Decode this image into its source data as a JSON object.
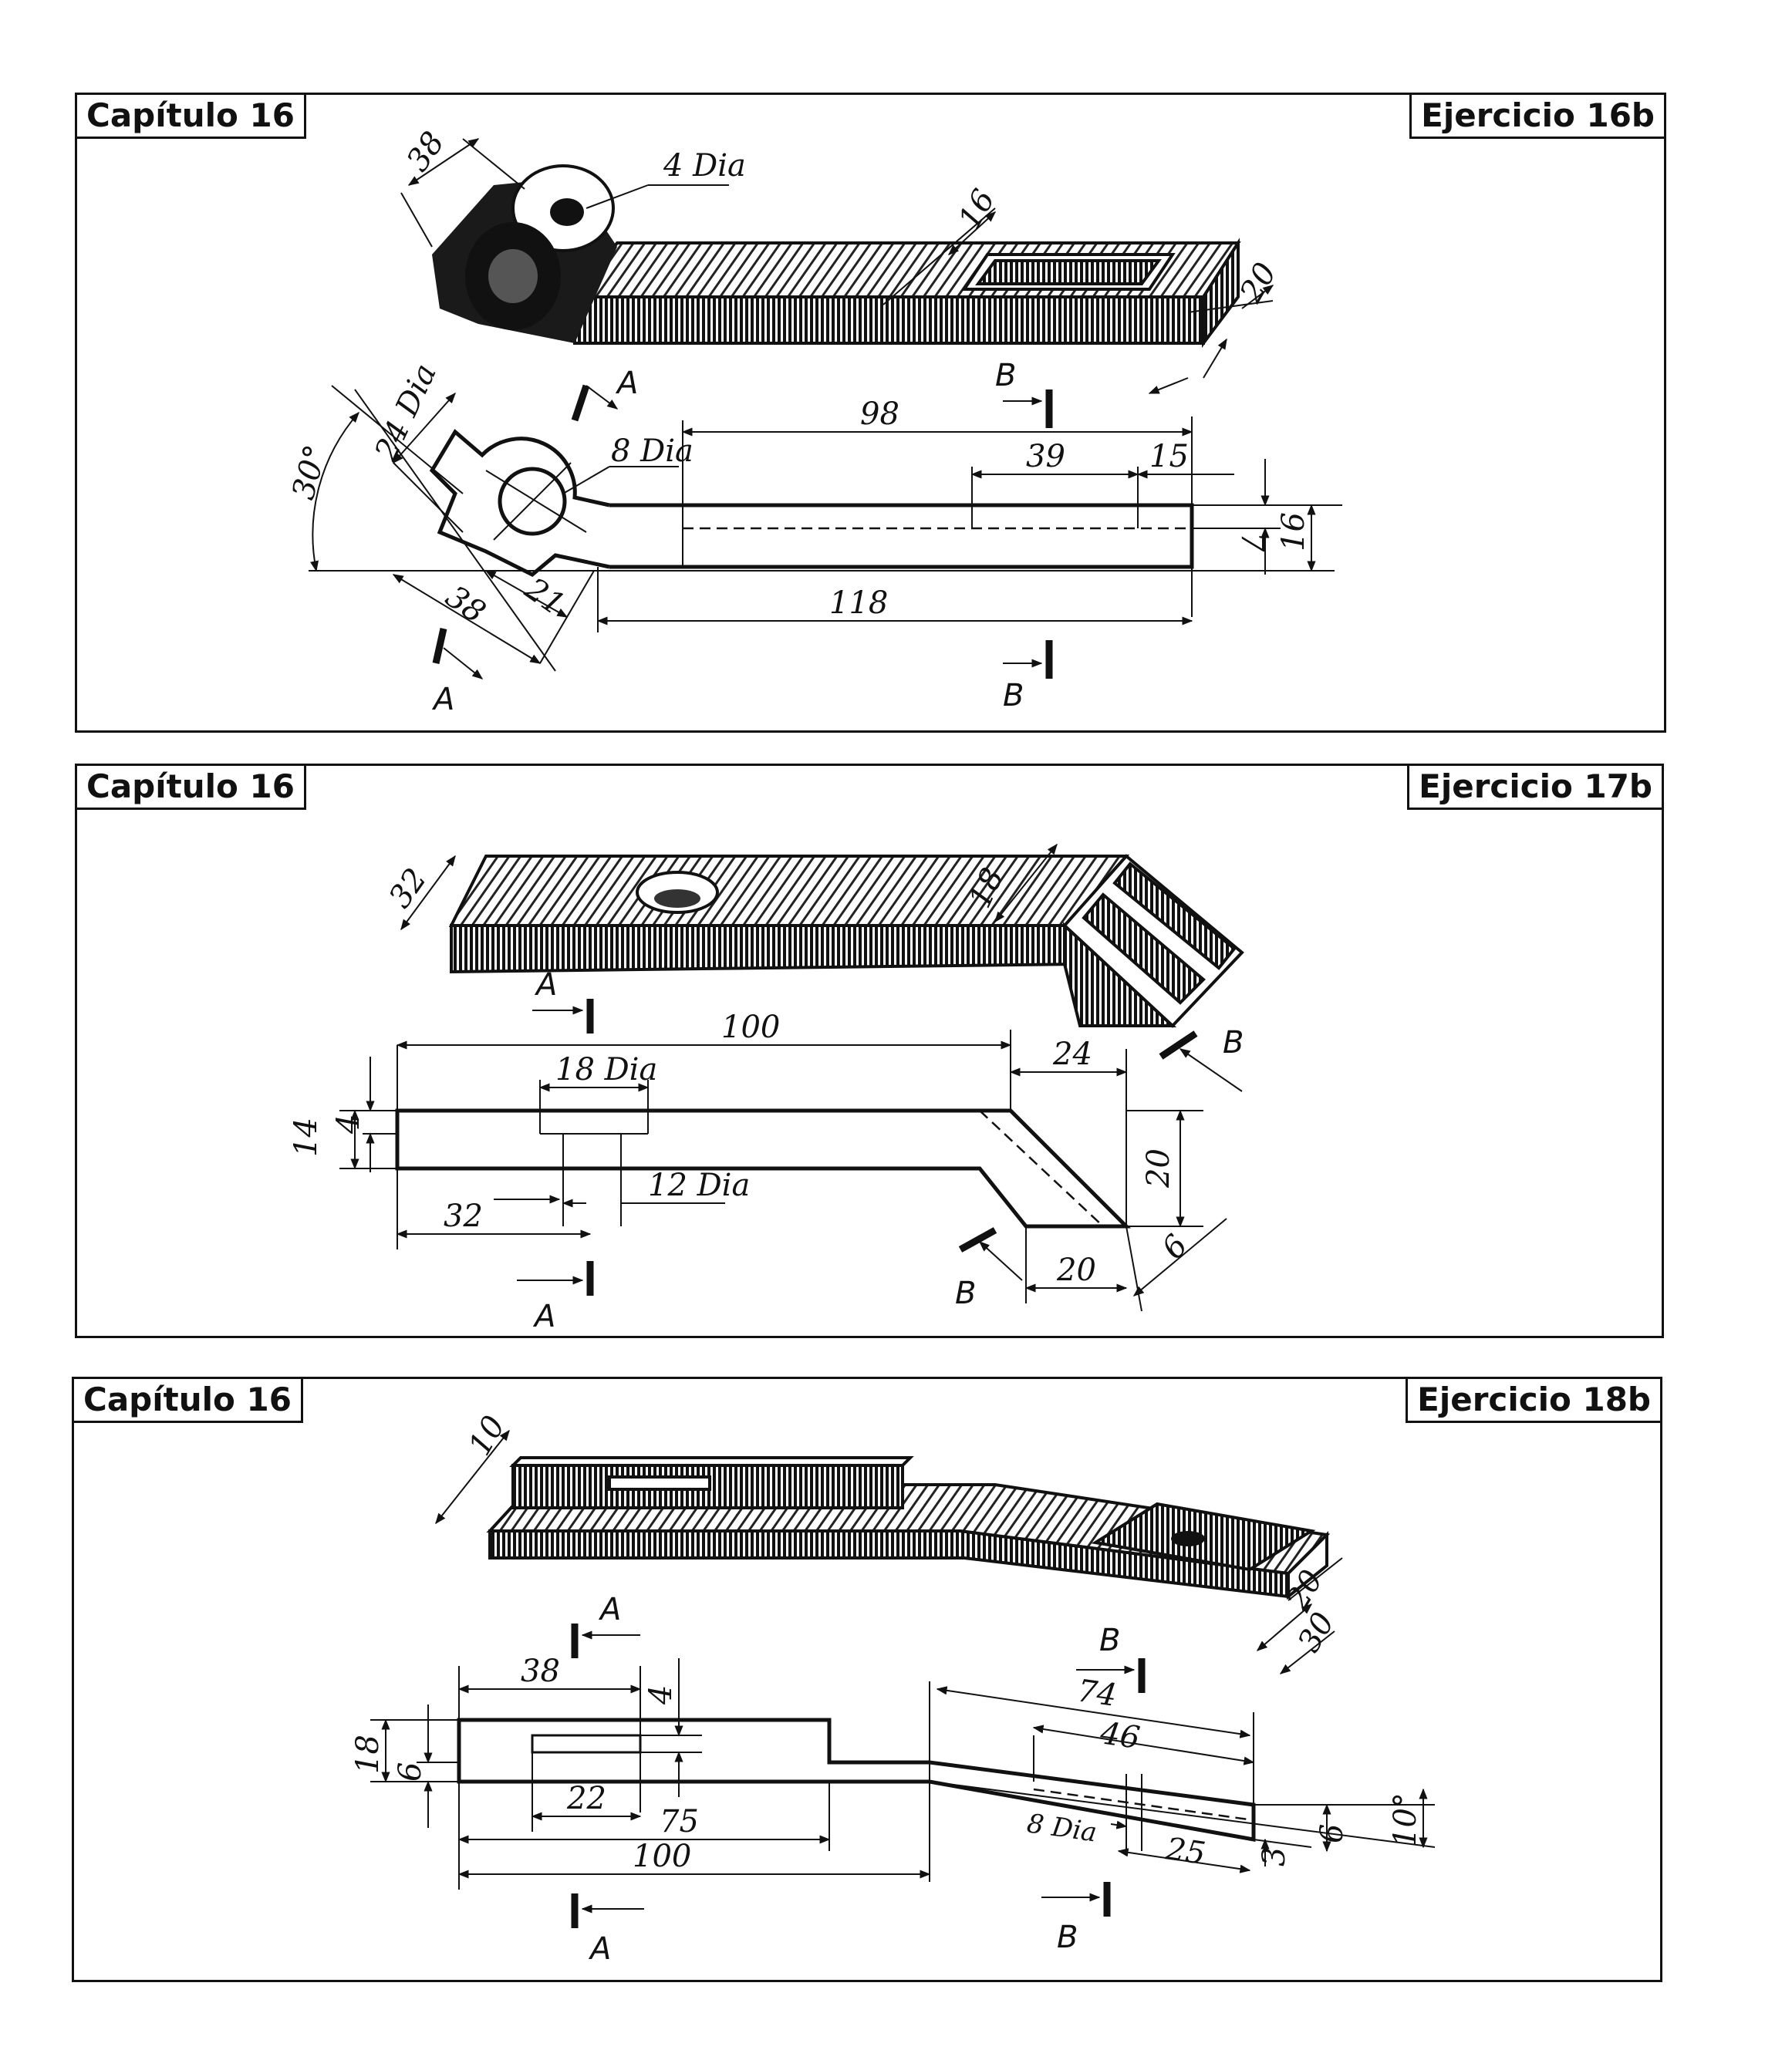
{
  "panels": [
    {
      "chapter": "Capítulo 16",
      "exercise": "Ejercicio 16b",
      "dims": [
        "38",
        "4 Dia",
        "16",
        "20",
        "24 Dia",
        "8 Dia",
        "98",
        "39",
        "15",
        "7",
        "16",
        "30°",
        "38",
        "21",
        "118"
      ],
      "sections": [
        "A",
        "A",
        "B",
        "B"
      ]
    },
    {
      "chapter": "Capítulo 16",
      "exercise": "Ejercicio 17b",
      "dims": [
        "32",
        "18",
        "100",
        "24",
        "18 Dia",
        "14",
        "4",
        "12 Dia",
        "32",
        "20",
        "20",
        "6"
      ],
      "sections": [
        "A",
        "A",
        "B",
        "B"
      ]
    },
    {
      "chapter": "Capítulo 16",
      "exercise": "Ejercicio 18b",
      "dims": [
        "10",
        "20",
        "30",
        "38",
        "4",
        "74",
        "46",
        "18",
        "6",
        "22",
        "75",
        "100",
        "8 Dia",
        "25",
        "3",
        "6",
        "10°"
      ],
      "sections": [
        "A",
        "A",
        "B",
        "B"
      ]
    }
  ]
}
